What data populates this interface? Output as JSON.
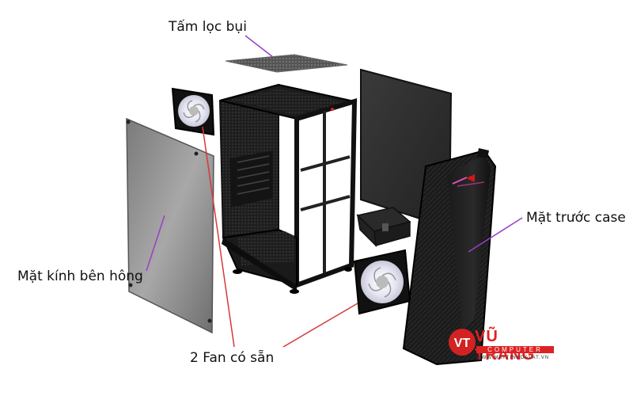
{
  "labels": {
    "dust_filter": "Tấm lọc bụi",
    "front_panel": "Mặt trước case",
    "side_glass": "Mặt kính bên hông",
    "fans": "2 Fan có sẵn"
  },
  "watermark": {
    "brand": "VŨ TRANG",
    "sub": "COMPUTER",
    "url": "WWW.MAYTINHDALAT.VN"
  },
  "colors": {
    "leader_line_purple": "#9b3fc4",
    "leader_line_red": "#d43a3a",
    "logo_red": "#d22222"
  }
}
